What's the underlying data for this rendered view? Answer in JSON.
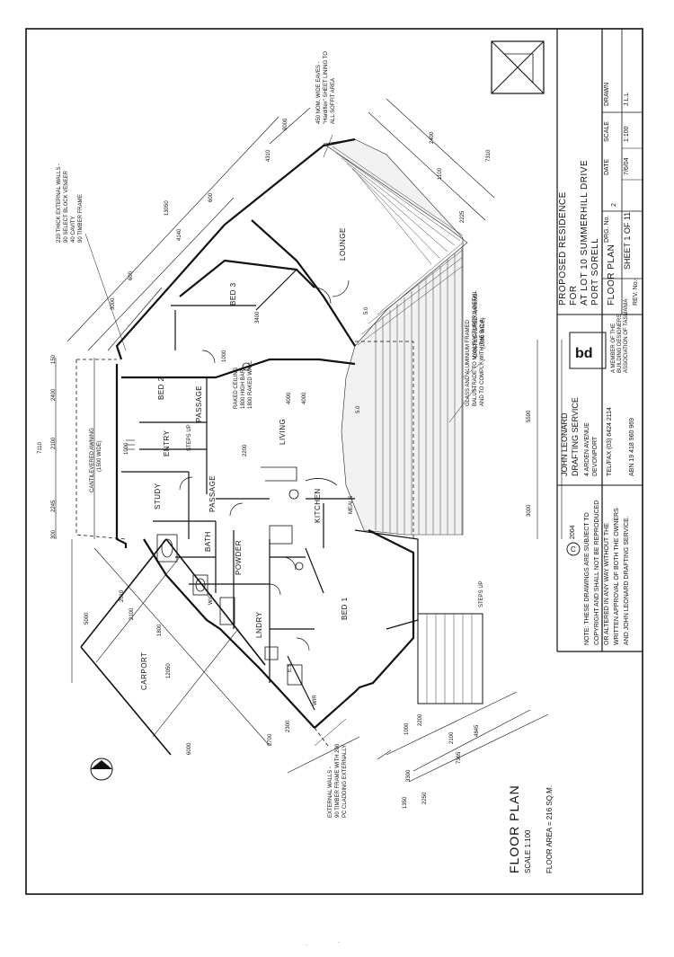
{
  "title_block": {
    "project_lines": [
      "PROPOSED RESIDENCE",
      "FOR",
      "AT LOT 10 SUMMERHILL DRIVE",
      "PORT SORELL"
    ],
    "drawing_title": "FLOOR PLAN",
    "drawn_label": "DRAWN",
    "drawn_value": "J.L.L",
    "scale_label": "SCALE",
    "scale_value": "1:100",
    "date_label": "DATE",
    "date_value": "7/6/04",
    "drg_label": "DRG. No.",
    "drg_value": "2",
    "sheet_value": "SHEET 1 OF 11",
    "rev_label": "REV. No.",
    "rev_value": "-",
    "firm_name": "JOHN LEONARD",
    "firm_service": "DRAFTING SERVICE",
    "firm_address_1": "4 ARDEN AVENUE",
    "firm_address_2": "DEVONPORT",
    "firm_phone": "TEL/FAX (03) 6424 2114",
    "firm_abn": "ABN 19 418 960 969",
    "member_note_1": "A MEMBER OF THE",
    "member_note_2": "BUILDING DESIGNERS",
    "member_note_3": "ASSOCIATION OF TASMANIA",
    "copyright_year": "2004",
    "copyright_note_1": "NOTE: THESE DRAWINGS ARE SUBJECT TO",
    "copyright_note_2": "COPYRIGHT AND SHALL NOT BE REPRODUCED",
    "copyright_note_3": "OR ALTERED IN ANY WAY WITHOUT THE",
    "copyright_note_4": "WRITTEN APPROVAL OF BOTH THE OWNERS",
    "copyright_note_5": "AND JOHN LEONARD DRAFTING SERVICE."
  },
  "plan": {
    "title": "FLOOR PLAN",
    "scale": "SCALE 1:100",
    "floor_area": "FLOOR AREA = 216 SQ.M.",
    "rooms": {
      "lounge": "LOUNGE",
      "bed3": "BED 3",
      "bed2": "BED 2",
      "passage_top": "PASSAGE",
      "living": "LIVING",
      "entry": "ENTRY",
      "study": "STUDY",
      "passage_mid": "PASSAGE",
      "kitchen": "KITCHEN",
      "meals": "MEALS",
      "bath": "BATH",
      "powder": "POWDER",
      "wc": "W/C",
      "lndry": "LNDRY",
      "bed1": "BED 1",
      "es": "E.S.",
      "wir": "WIR",
      "carport": "CARPORT",
      "steps_up_1": "STEPS UP",
      "steps_up_2": "STEPS UP"
    },
    "notes": {
      "external_walls_top_1": "220 THICK EXTERNAL WALLS -",
      "external_walls_top_2": "90 SELECT BLOCK VENEER",
      "external_walls_top_3": "40 CAVITY",
      "external_walls_top_4": "90 TIMBER FRAME",
      "eaves_1": "450 NOM. WIDE EAVES -",
      "eaves_2": "\"Hardiflex\" SHEET LINING TO",
      "eaves_3": "ALL SOFFIT AREA",
      "awning_top_1": "CANTILEVERED AWNING",
      "awning_top_2": "(1500 WIDE)",
      "awning_right_1": "CANTILEVERED AWNING",
      "awning_right_2": "(1500 WIDE)",
      "balustrade_1": "GLASS AND ALUMINIUM FRAMED",
      "balustrade_2": "BALUSTRADE TO MANUFACTURER'S DETAIL",
      "balustrade_3": "AND TO COMPLY WITH THE B.C.A.",
      "external_walls_bottom_1": "EXTERNAL WALLS -",
      "external_walls_bottom_2": "90 TIMBER FRAME WITH 200",
      "external_walls_bottom_3": "PC CLADDING EXTERNALLY",
      "raked_ceiling": "RAKED CEILING",
      "ceiling_2": "1800 HIGH BAR",
      "ceiling_3": "1800 RAKED WALL"
    },
    "dimensions": {
      "top": [
        "4310",
        "13050",
        "4140",
        "600",
        "3000",
        "600",
        "1000",
        "9000"
      ],
      "left": [
        "7110",
        "2400",
        "2100",
        "2245",
        "150",
        "300"
      ],
      "right": [
        "7310",
        "2400",
        "1100",
        "2225",
        "5590",
        "3000",
        "4000"
      ],
      "bottom": [
        "7365",
        "2250",
        "3300",
        "1350",
        "4845",
        "1000",
        "2100",
        "2300",
        "2200"
      ],
      "carport": [
        "6000",
        "5000",
        "2100",
        "1800",
        "12050",
        "2010",
        "2700"
      ],
      "interior": [
        "3400",
        "2200",
        "4000",
        "5.0",
        "5.0",
        "1000"
      ]
    }
  }
}
